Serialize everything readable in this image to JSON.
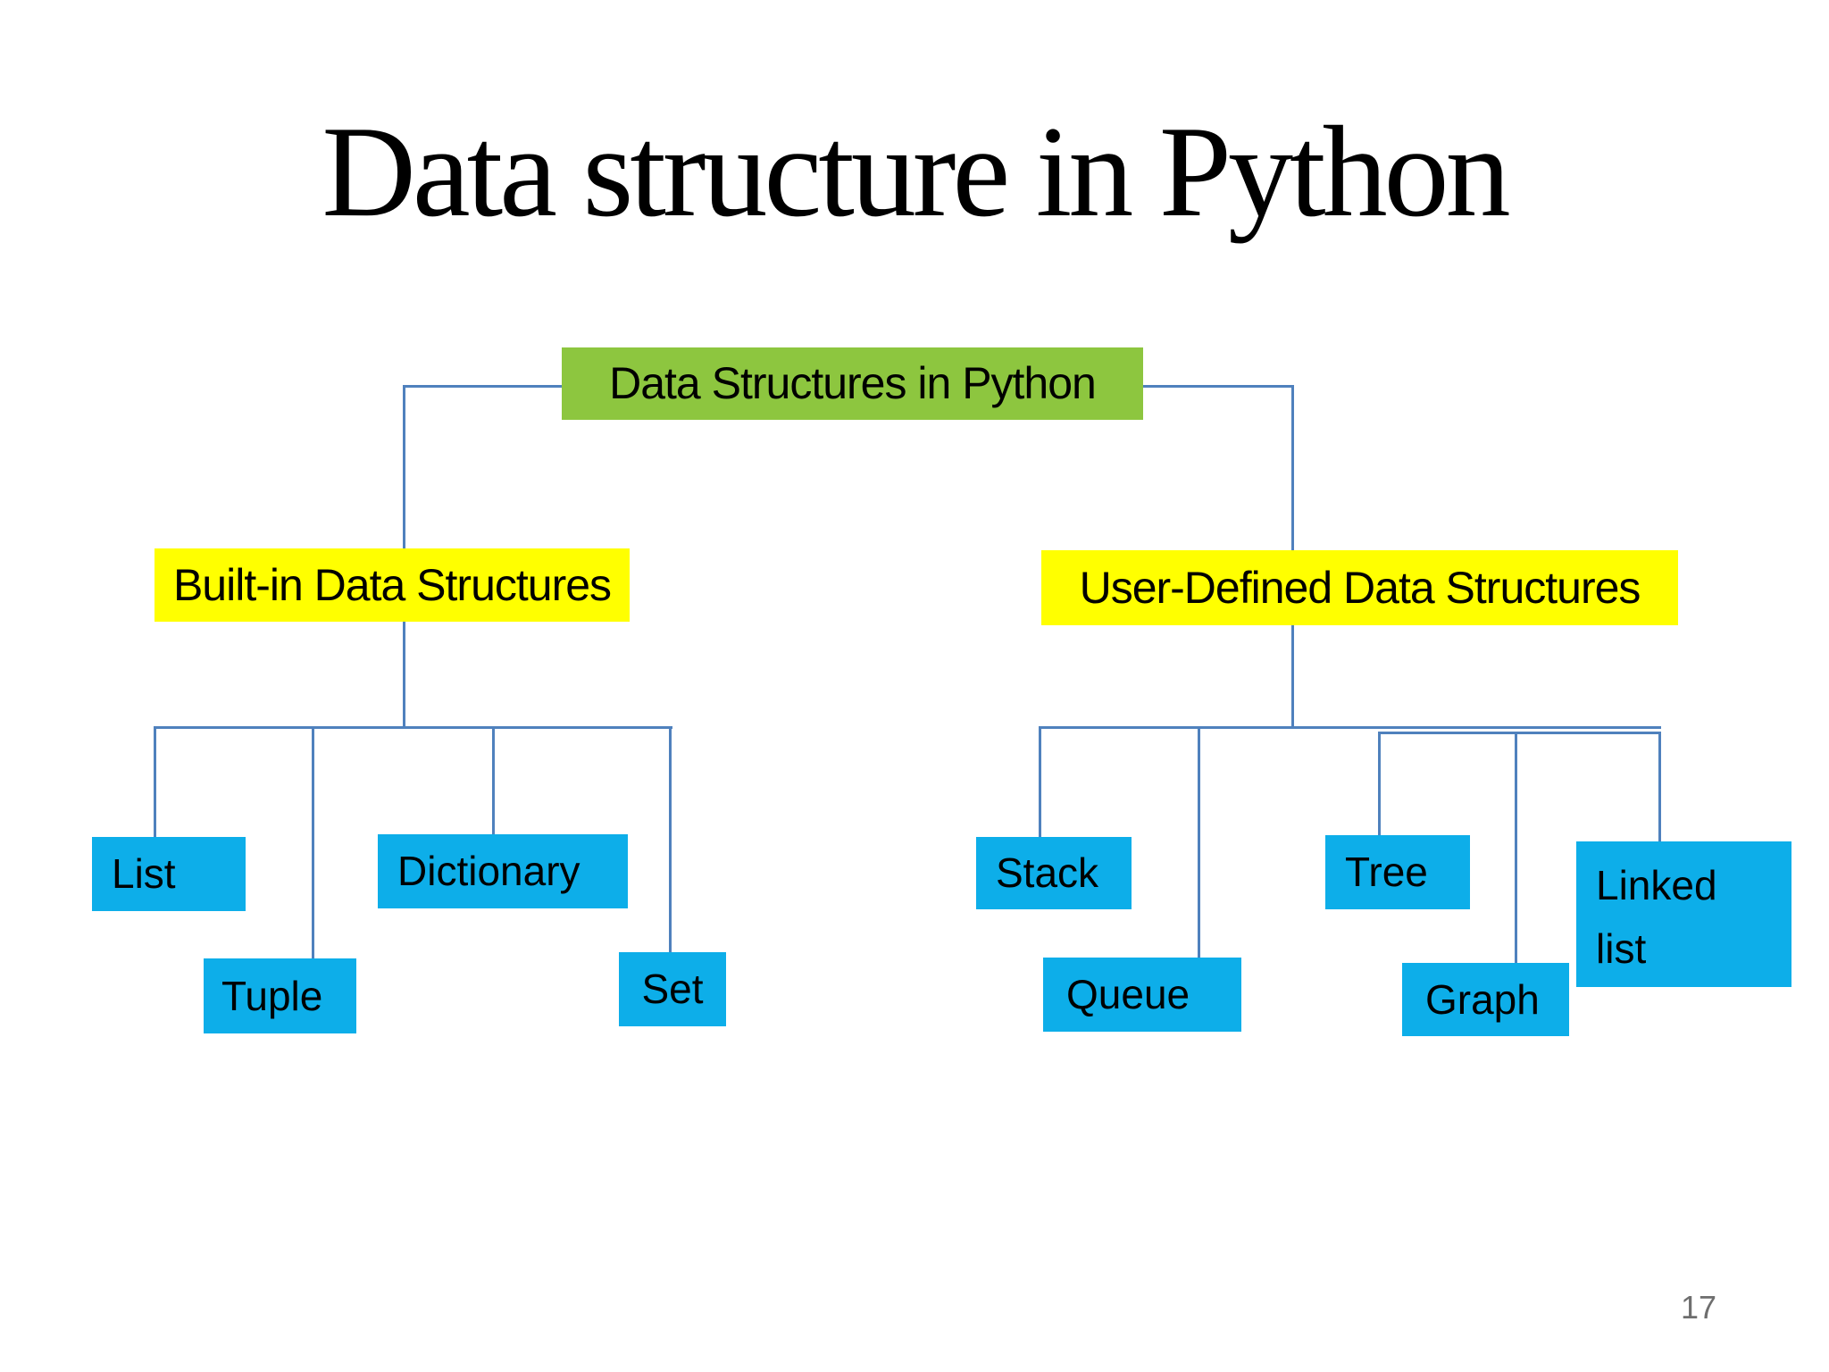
{
  "slide": {
    "title": "Data structure in Python",
    "page_number": "17"
  },
  "colors": {
    "root_bg": "#8dc63f",
    "category_bg": "#ffff00",
    "node_bg": "#0daee9",
    "connector": "#4f81bd",
    "page_number_color": "#6e6e6e",
    "text": "#000000",
    "slide_bg": "#ffffff"
  },
  "tree": {
    "root": {
      "label": "Data Structures in Python"
    },
    "categories": [
      {
        "label": "Built-in Data Structures",
        "children": [
          {
            "label": "List"
          },
          {
            "label": "Tuple"
          },
          {
            "label": "Dictionary"
          },
          {
            "label": "Set"
          }
        ]
      },
      {
        "label": "User-Defined Data Structures",
        "children": [
          {
            "label": "Stack"
          },
          {
            "label": "Queue"
          },
          {
            "label": "Tree"
          },
          {
            "label": "Graph"
          },
          {
            "label": "Linked list"
          }
        ]
      }
    ]
  }
}
